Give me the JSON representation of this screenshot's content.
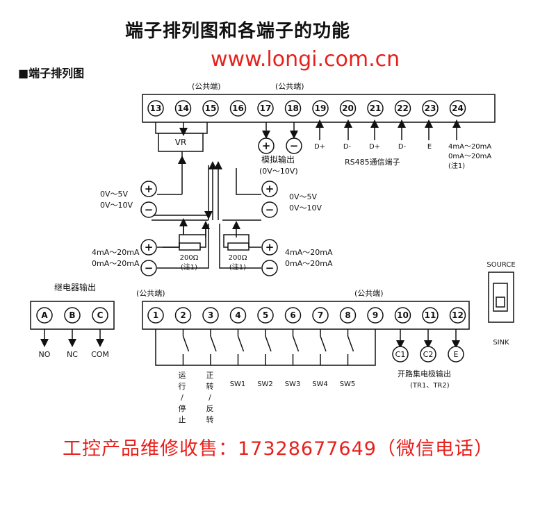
{
  "title": "端子排列图和各端子的功能",
  "watermark": "www.longi.com.cn",
  "section_heading": "■端子排列图",
  "footer": "工控产品维修收售：17328677649（微信电话）",
  "upper_block": {
    "terminals": [
      "13",
      "14",
      "15",
      "16",
      "17",
      "18",
      "19",
      "20",
      "21",
      "22",
      "23",
      "24"
    ],
    "common_label": "(公共端)",
    "vr_label": "VR",
    "analog_output_label": "模拟输出",
    "analog_output_range": "(0V～10V)",
    "rs485_label": "RS485通信端子",
    "signal_labels": [
      "D+",
      "D-",
      "D+",
      "D-",
      "E"
    ],
    "current_out_lines": [
      "4mA～20mA",
      "0mA～20mA",
      "(注1)"
    ],
    "voltage_in_left": [
      "0V～5V",
      "0V～10V"
    ],
    "voltage_in_right": [
      "0V～5V",
      "0V～10V"
    ],
    "current_in_left": [
      "4mA～20mA",
      "0mA～20mA"
    ],
    "current_in_right": [
      "4mA～20mA",
      "0mA～20mA"
    ],
    "resistor_lines": [
      "200Ω",
      "(注1)"
    ],
    "plus_sign": "+",
    "minus_sign": "−"
  },
  "relay_block": {
    "heading": "继电器输出",
    "terminals": [
      "A",
      "B",
      "C"
    ],
    "labels": [
      "NO",
      "NC",
      "COM"
    ]
  },
  "lower_block": {
    "terminals": [
      "1",
      "2",
      "3",
      "4",
      "5",
      "6",
      "7",
      "8",
      "9",
      "10",
      "11",
      "12"
    ],
    "common_label": "(公共端)",
    "run_stop_chars": [
      "运",
      "行",
      "/",
      "停",
      "止"
    ],
    "fwd_rev_chars": [
      "正",
      "转",
      "/",
      "反",
      "转"
    ],
    "switch_labels": [
      "SW1",
      "SW2",
      "SW3",
      "SW4",
      "SW5"
    ],
    "oc_terminals": [
      "C1",
      "C2",
      "E"
    ],
    "oc_label": "开路集电极输出",
    "oc_sublabel": "(TR1、TR2)"
  },
  "source_sink": {
    "source_label": "SOURCE",
    "sink_label": "SINK"
  }
}
